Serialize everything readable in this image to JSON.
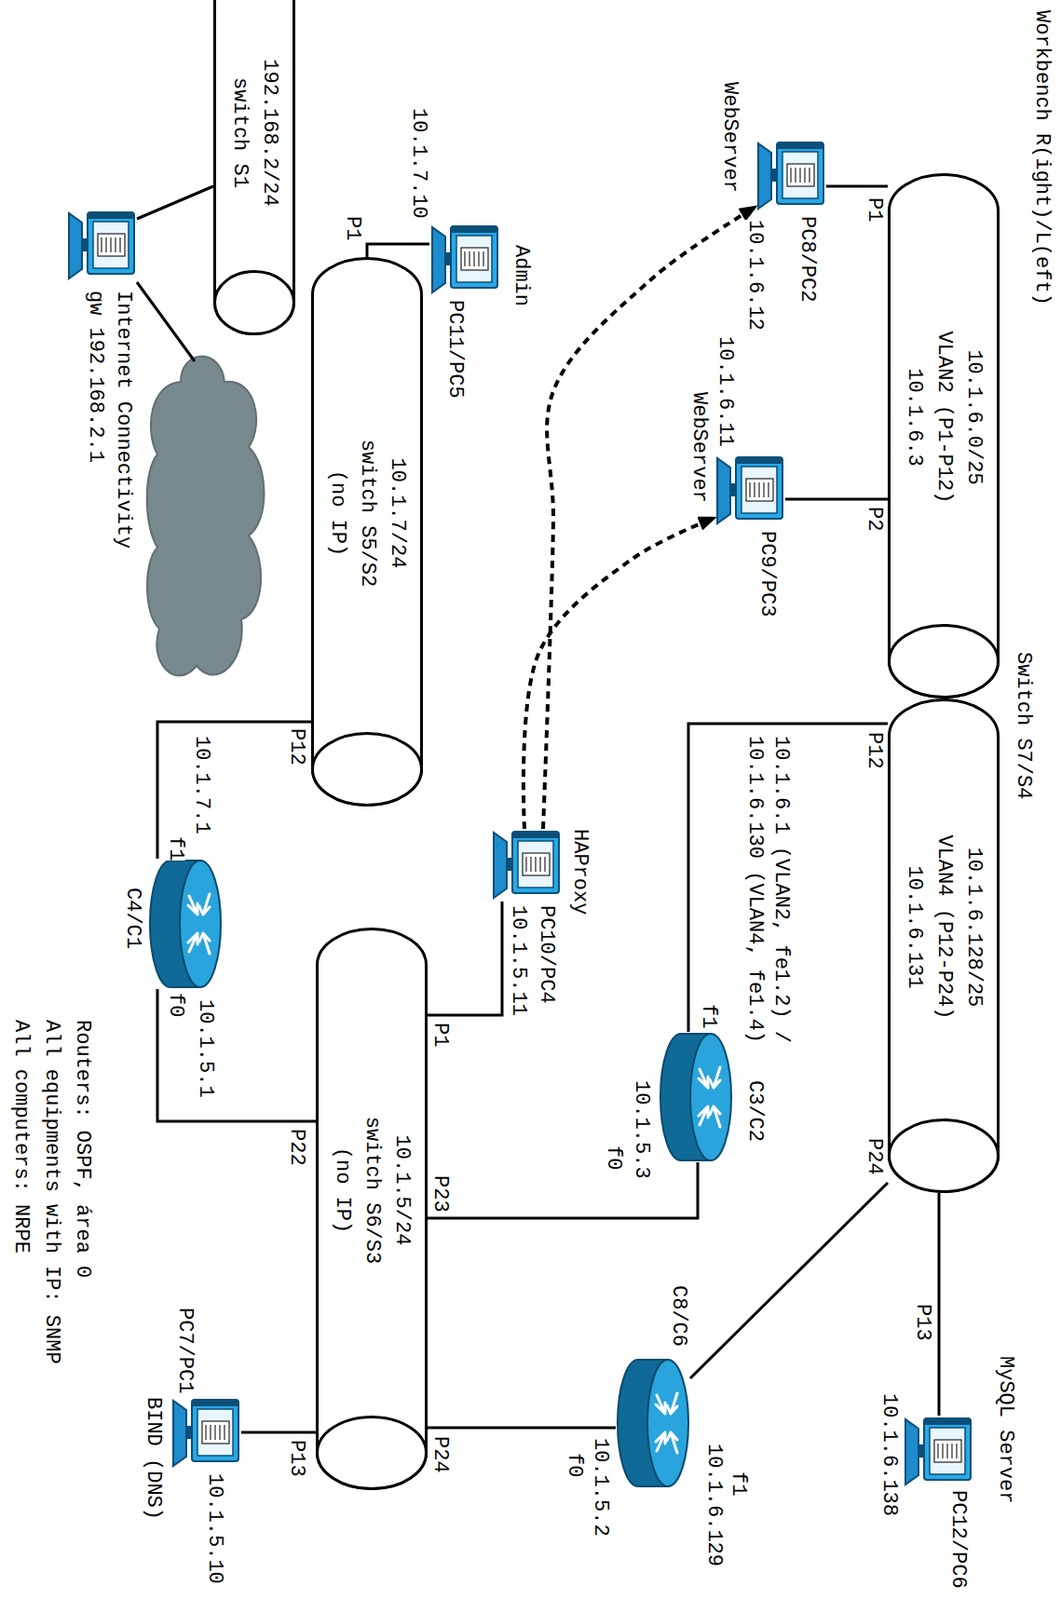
{
  "diagram": {
    "title": "Workbench R(ight)/L(eft)",
    "nodes": [
      {
        "text": [
          "Switch S7/S4"
        ]
      },
      {
        "text": [
          "10.1.6.0/25",
          "VLAN2 (P1-P12)",
          "10.1.6.3"
        ],
        "in": 0
      },
      {
        "text": [
          "10.1.6.128/25",
          "VLAN4 (P12-P24)",
          "10.1.6.131"
        ],
        "in": 0
      },
      {
        "text": [
          "WebServer",
          "PC8/PC2",
          "10.1.6.12"
        ]
      },
      {
        "text": [
          "PC9/PC3",
          "10.1.6.11",
          "WebServer"
        ]
      },
      {
        "text": [
          "Admin",
          "PC11/PC5",
          "10.1.7.10"
        ]
      },
      {
        "text": [
          "10.1.7/24",
          "switch S5/S2",
          "(no IP)"
        ]
      },
      {
        "text": [
          "192.168.2/24",
          "switch S1"
        ]
      },
      {
        "text": [
          "Internet Connectivity",
          "gw 192.168.2.1"
        ]
      },
      {
        "text": [
          "HAProxy",
          "PC10/PC4",
          "10.1.5.11"
        ]
      },
      {
        "text": [
          "C4/C1"
        ]
      },
      {
        "text": [
          "C3/C2"
        ]
      },
      {
        "text": [
          "10.1.5/24",
          "switch S6/S3",
          "(no IP)"
        ]
      },
      {
        "text": [
          "C8/C6"
        ]
      },
      {
        "text": [
          "PC7/PC1",
          "BIND (DNS)",
          "10.1.5.10"
        ]
      },
      {
        "text": [
          "MySQL Server",
          "PC12/PC6",
          "10.1.6.138"
        ]
      }
    ],
    "edges": [
      {
        "from": 3,
        "to": 1,
        "arrow": "none"
      },
      {
        "from": 4,
        "to": 1,
        "arrow": "none"
      },
      {
        "from": 9,
        "to": 3,
        "arrow": "to"
      },
      {
        "from": 9,
        "to": 4,
        "arrow": "to"
      },
      {
        "from": 5,
        "to": 6,
        "arrow": "none"
      },
      {
        "from": 8,
        "to": 7,
        "arrow": "none"
      },
      {
        "from": 10,
        "to": 6,
        "arrow": "none"
      },
      {
        "from": 10,
        "to": 12,
        "arrow": "none"
      },
      {
        "from": 9,
        "to": 12,
        "arrow": "none"
      },
      {
        "from": 11,
        "to": 0,
        "arrow": "none"
      },
      {
        "from": 11,
        "to": 12,
        "arrow": "none"
      },
      {
        "from": 13,
        "to": 2,
        "arrow": "none"
      },
      {
        "from": 13,
        "to": 12,
        "arrow": "none"
      },
      {
        "from": 14,
        "to": 12,
        "arrow": "none"
      },
      {
        "from": 15,
        "to": 2,
        "arrow": "none"
      }
    ],
    "labels": [
      "P1",
      "P2",
      "P12",
      "P24",
      "P13",
      "P1",
      "P12",
      "P1",
      "P22",
      "P23",
      "P24",
      "P13",
      "f1",
      "10.1.7.1",
      "f0",
      "10.1.5.1",
      "f1",
      "f0",
      "10.1.5.3",
      "10.1.6.1 (VLAN2, fe1.2) /",
      "10.1.6.130 (VLAN4, fe1.4)",
      "f1",
      "10.1.6.129",
      "f0",
      "10.1.5.2",
      "Routers: OSPF, área 0",
      "All equipments with IP: SNMP",
      "All computers: NRPE"
    ]
  }
}
